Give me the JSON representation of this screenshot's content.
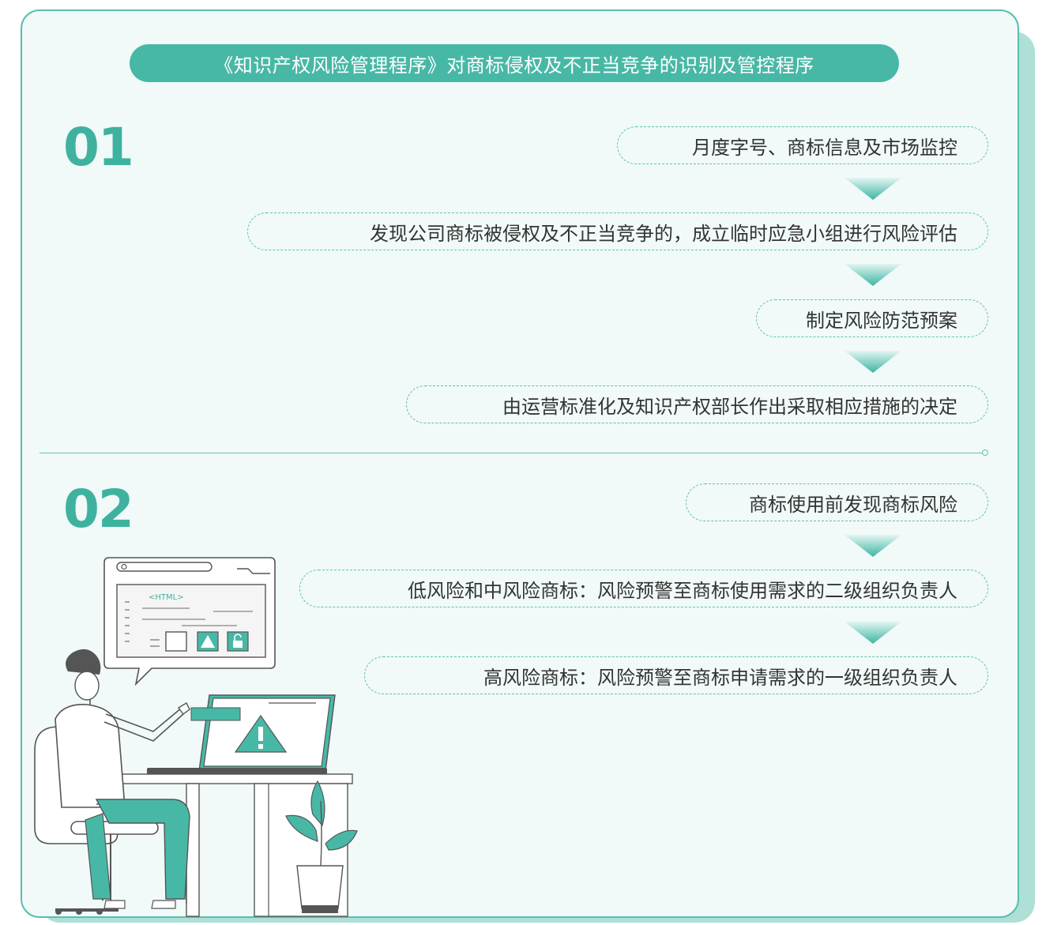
{
  "title": "《知识产权风险管理程序》对商标侵权及不正当竞争的识别及管控程序",
  "sections": [
    {
      "number": "01",
      "steps": [
        "月度字号、商标信息及市场监控",
        "发现公司商标被侵权及不正当竞争的，成立临时应急小组进行风险评估",
        "制定风险防范预案",
        "由运营标准化及知识产权部长作出采取相应措施的决定"
      ]
    },
    {
      "number": "02",
      "steps": [
        "商标使用前发现商标风险",
        "低风险和中风险商标：风险预警至商标使用需求的二级组织负责人",
        "高风险商标：风险预警至商标申请需求的一级组织负责人"
      ]
    }
  ],
  "illustration": {
    "code_tag": "<HTML>",
    "icons": [
      "search-icon",
      "warning-icon",
      "unlock-icon"
    ]
  },
  "colors": {
    "accent": "#48b8a6",
    "number": "#3fb29f",
    "card_bg": "#f1f9f9",
    "shadow": "#aee0d6",
    "text": "#333333"
  }
}
